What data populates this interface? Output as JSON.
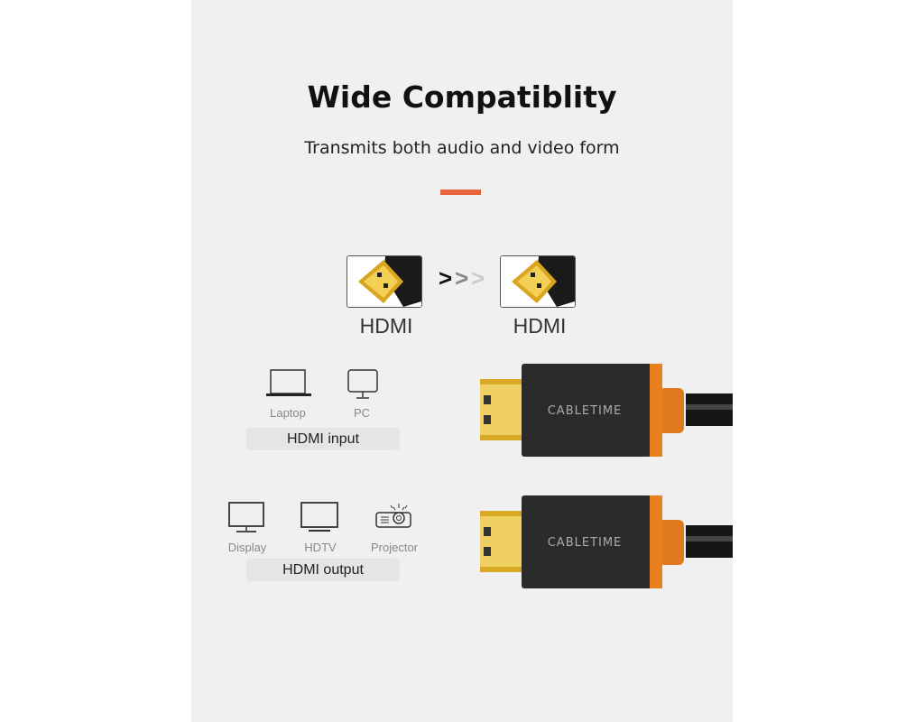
{
  "title": "Wide Compatiblity",
  "subtitle": "Transmits both audio and video form",
  "accent_color": "#e8643c",
  "connection": {
    "from_label": "HDMI",
    "to_label": "HDMI",
    "arrow": ">>>"
  },
  "input": {
    "devices": [
      {
        "label": "Laptop",
        "icon": "laptop-icon"
      },
      {
        "label": "PC",
        "icon": "monitor-icon"
      }
    ],
    "label": "HDMI input"
  },
  "output": {
    "devices": [
      {
        "label": "Display",
        "icon": "monitor-icon"
      },
      {
        "label": "HDTV",
        "icon": "tv-icon"
      },
      {
        "label": "Projector",
        "icon": "projector-icon"
      }
    ],
    "label": "HDMI output"
  },
  "brand": "CABLETIME"
}
